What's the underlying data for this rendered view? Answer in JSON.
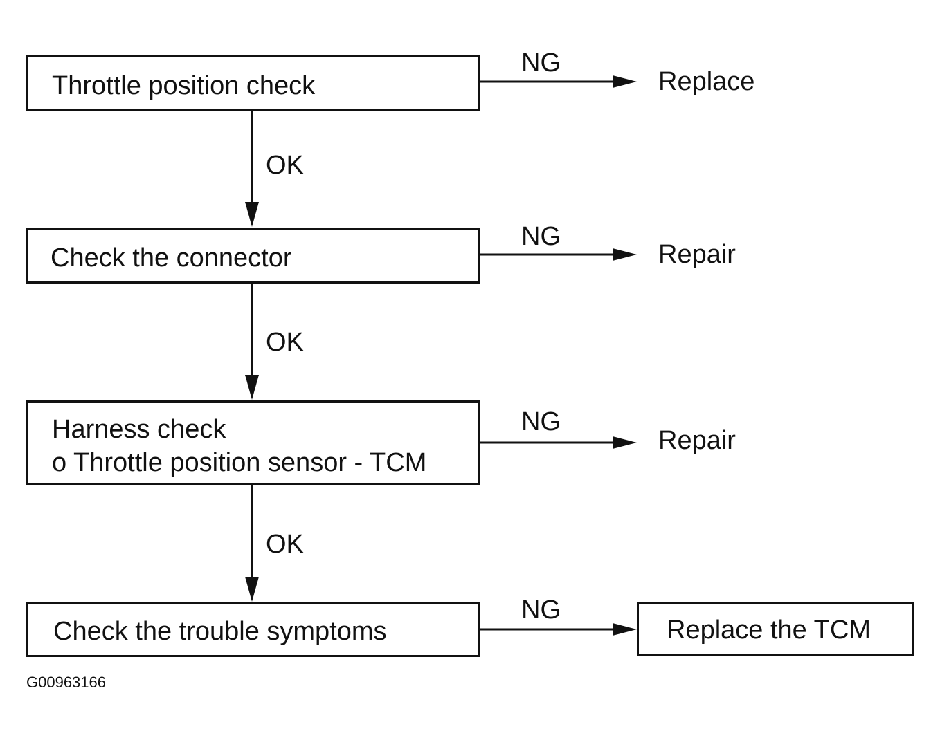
{
  "steps": [
    {
      "lines": [
        "Throttle position check"
      ]
    },
    {
      "lines": [
        "Check the connector"
      ]
    },
    {
      "lines": [
        "Harness check",
        "o Throttle position sensor - TCM"
      ]
    },
    {
      "lines": [
        "Check the trouble symptoms"
      ]
    }
  ],
  "ok_labels": [
    "OK",
    "OK",
    "OK"
  ],
  "ng_labels": [
    "NG",
    "NG",
    "NG",
    "NG"
  ],
  "outcomes": [
    "Replace",
    "Repair",
    "Repair",
    "Replace the TCM"
  ],
  "figure_code": "G00963166"
}
